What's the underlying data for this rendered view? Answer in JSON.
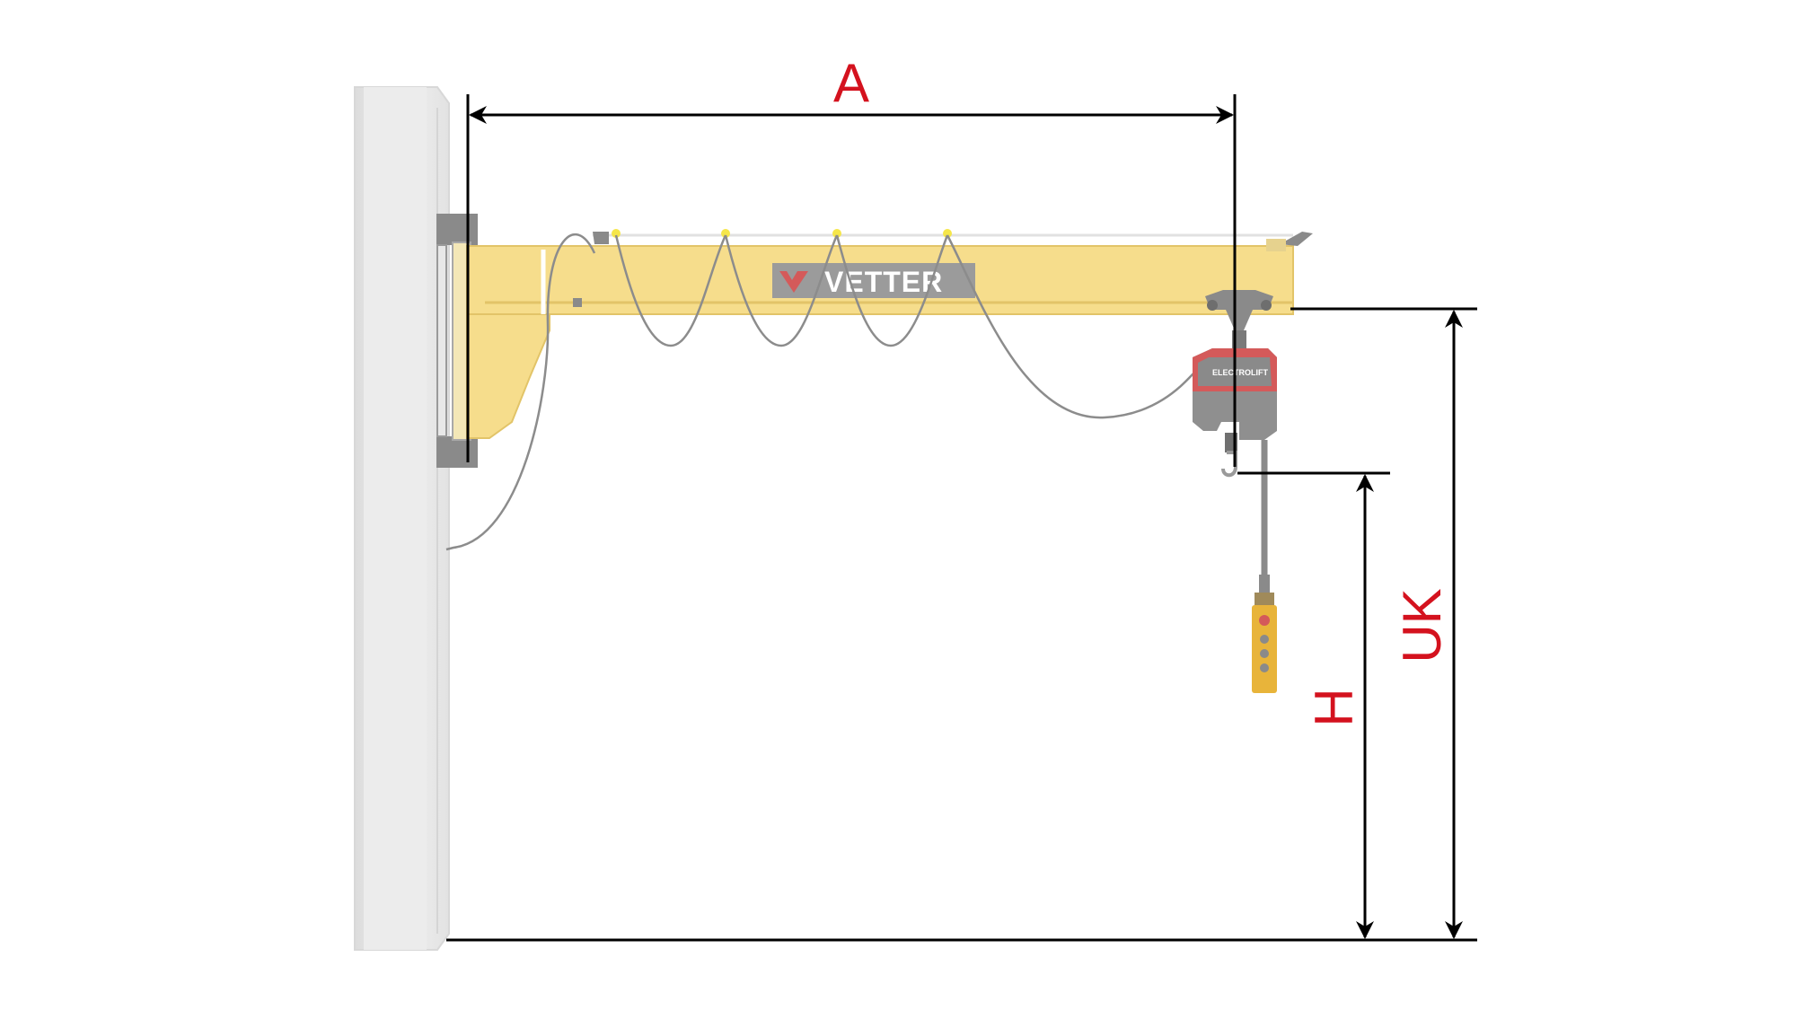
{
  "dimensions": {
    "span_label": "A",
    "lift_height_label": "H",
    "hook_height_label": "UK"
  },
  "branding": {
    "logo_text": "VETTER",
    "hoist_brand": "ELECTROLIFT"
  },
  "colors": {
    "dimension_text": "#d4121e",
    "arm_yellow": "#f6dd8c",
    "arm_edge": "#e2c468",
    "column_gray": "#e9e9e9",
    "bracket_gray": "#8a8a8a",
    "hoist_red": "#d45a5a",
    "pendant_yellow": "#e8b43a",
    "dimension_line": "#000000"
  }
}
